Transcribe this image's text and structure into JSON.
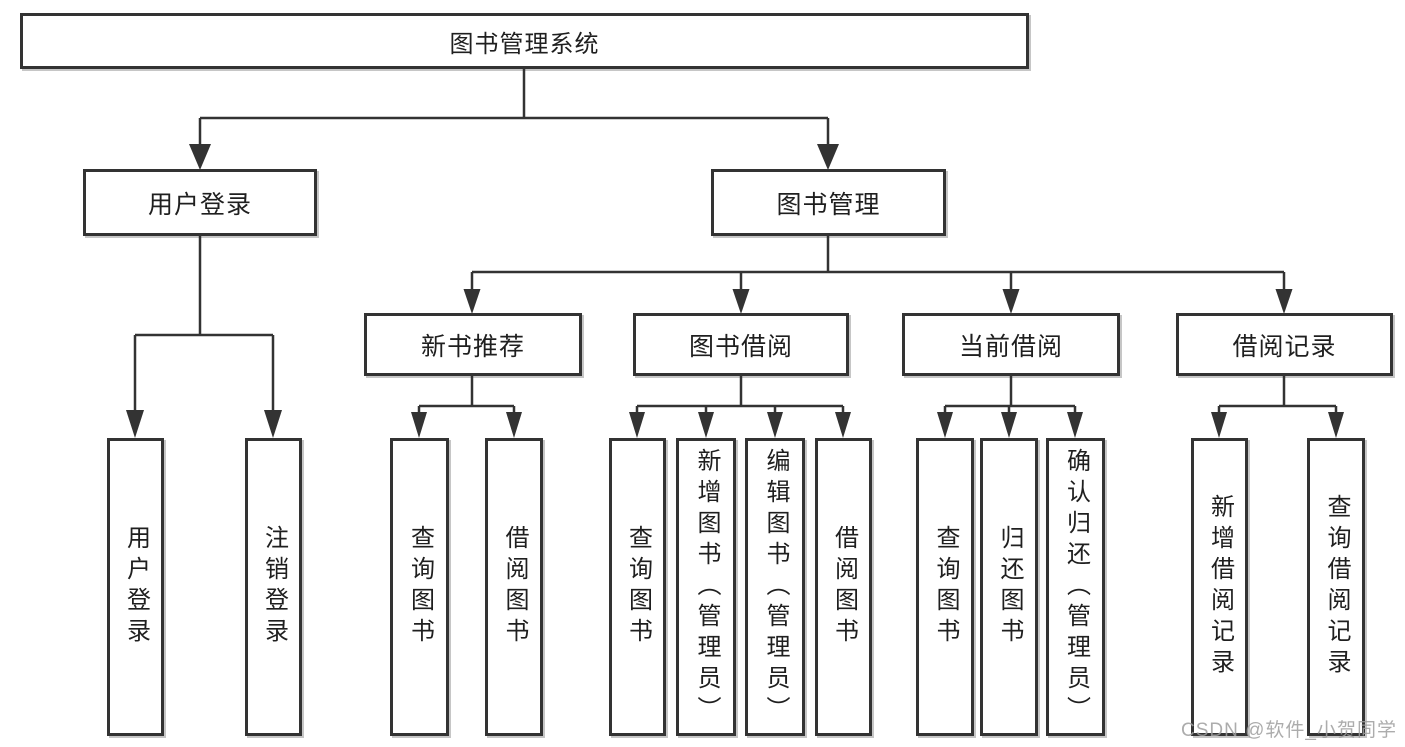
{
  "diagram": {
    "title": "图书管理系统",
    "root": {
      "label": "图书管理系统"
    },
    "branches": [
      {
        "label": "用户登录",
        "leaves": [
          "用户登录",
          "注销登录"
        ]
      },
      {
        "label": "图书管理",
        "groups": [
          {
            "label": "新书推荐",
            "leaves": [
              "查询图书",
              "借阅图书"
            ]
          },
          {
            "label": "图书借阅",
            "leaves": [
              "查询图书",
              "新增图书（管理员）",
              "编辑图书（管理员）",
              "借阅图书"
            ]
          },
          {
            "label": "当前借阅",
            "leaves": [
              "查询图书",
              "归还图书",
              "确认归还（管理员）"
            ]
          },
          {
            "label": "借阅记录",
            "leaves": [
              "新增借阅记录",
              "查询借阅记录"
            ]
          }
        ]
      }
    ]
  },
  "watermark": "CSDN @软件_小贺同学",
  "colors": {
    "line": "#333333",
    "border": "#333333",
    "text": "#1f1f1f",
    "background": "#ffffff",
    "watermark": "#9e9e9e"
  }
}
